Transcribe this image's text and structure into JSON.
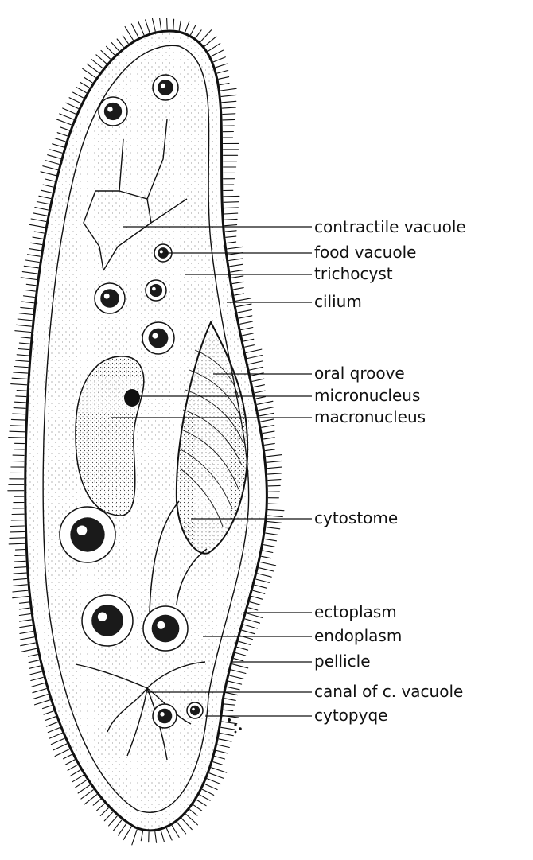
{
  "labels": {
    "contractile_vacuole": "contractile vacuole",
    "food_vacuole": "food vacuole",
    "trichocyst": "trichocyst",
    "cilium": "cilium",
    "oral_groove": "oral qroove",
    "micronucleus": "micronucleus",
    "macronucleus": "macronucleus",
    "cytostome": "cytostome",
    "ectoplasm": "ectoplasm",
    "endoplasm": "endoplasm",
    "pellicle": "pellicle",
    "canal": "canal of  c. vacuole",
    "cytopyge": "cytopyqe"
  }
}
